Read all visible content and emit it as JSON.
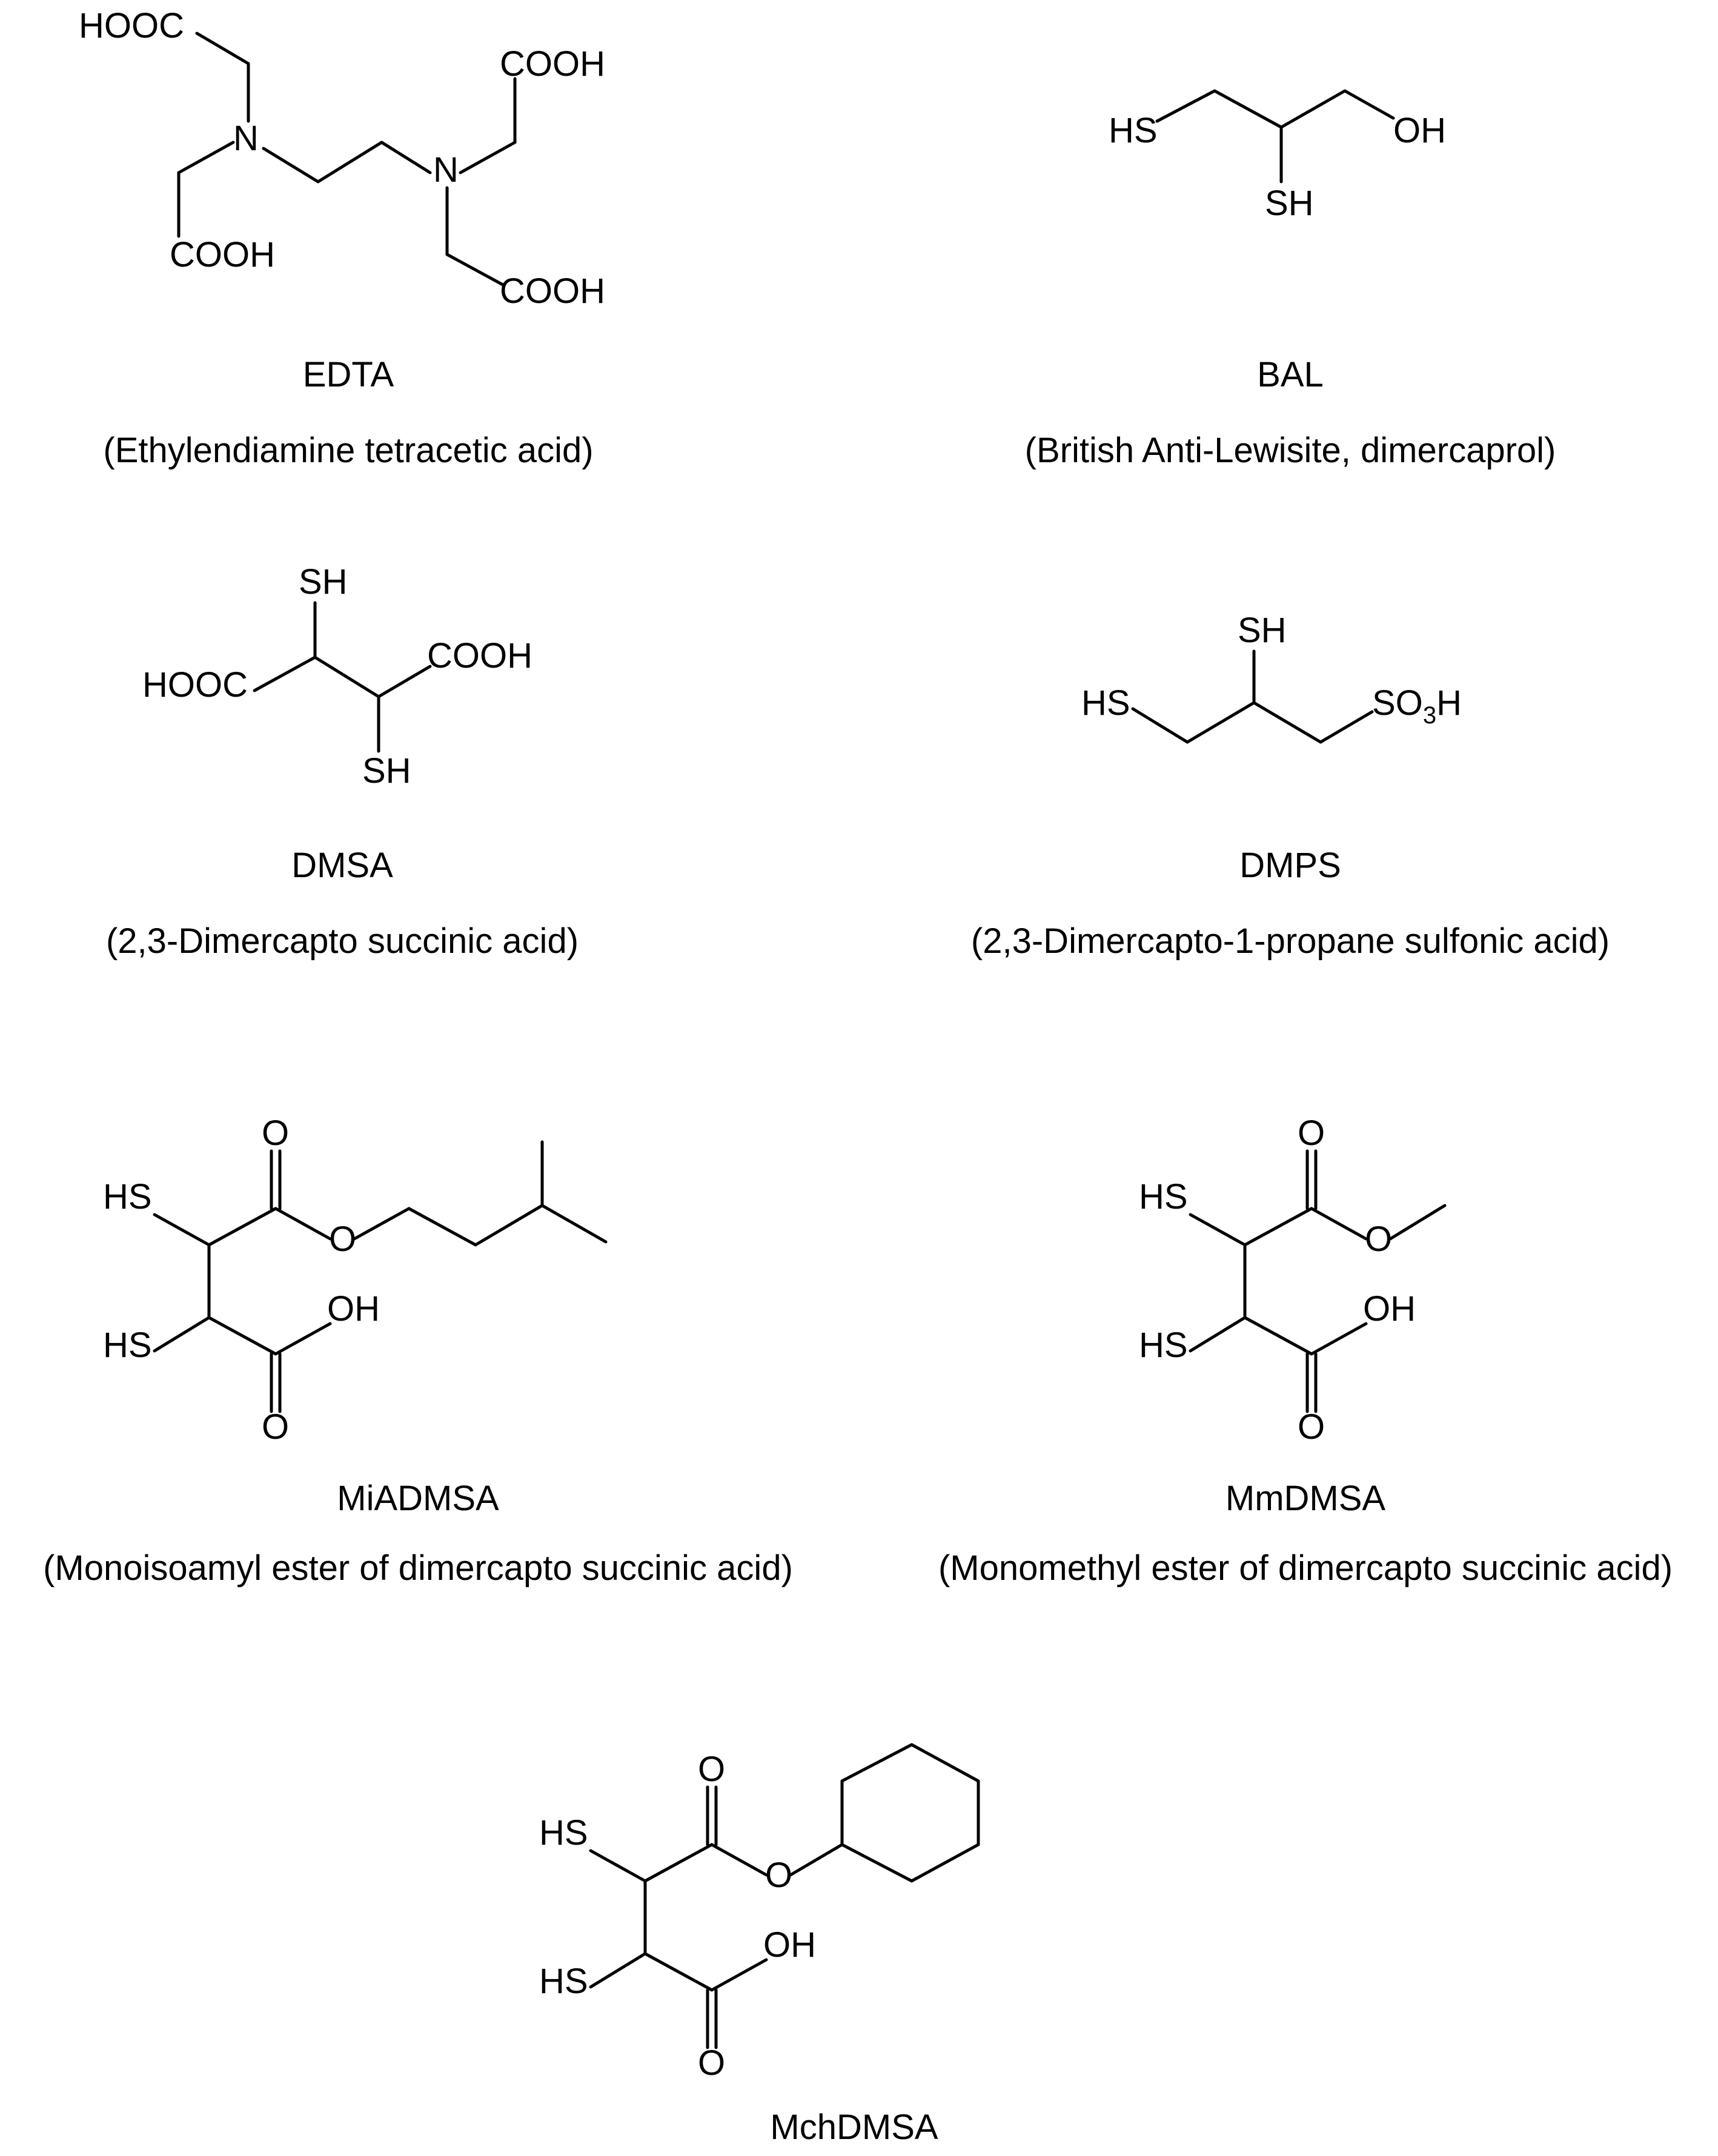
{
  "compounds": [
    {
      "abbr": "EDTA",
      "name": "(Ethylendiamine tetracetic acid)"
    },
    {
      "abbr": "BAL",
      "name": "(British Anti-Lewisite, dimercaprol)"
    },
    {
      "abbr": "DMSA",
      "name": "(2,3-Dimercapto succinic acid)"
    },
    {
      "abbr": "DMPS",
      "name": "(2,3-Dimercapto-1-propane sulfonic  acid)"
    },
    {
      "abbr": "MiADMSA",
      "name": "(Monoisoamyl ester of dimercapto succinic acid)"
    },
    {
      "abbr": "MmDMSA",
      "name": "(Monomethyl ester of dimercapto succinic acid)"
    },
    {
      "abbr": "MchDMSA",
      "name": ""
    }
  ],
  "atoms": {
    "HOOC": "HOOC",
    "COOH": "COOH",
    "N": "N",
    "HS": "HS",
    "SH": "SH",
    "OH": "OH",
    "O": "O",
    "SO": "SO",
    "sub3": "3",
    "H": "H"
  }
}
